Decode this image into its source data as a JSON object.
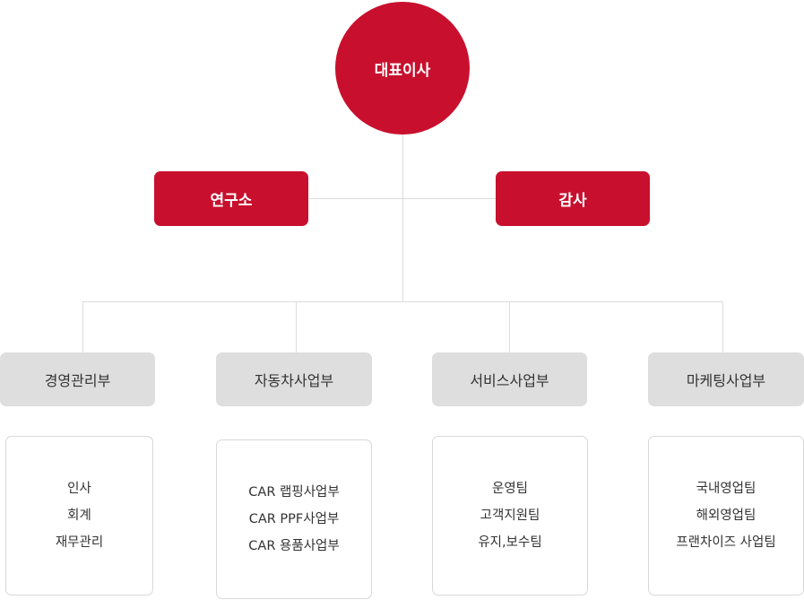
{
  "ceo": {
    "label": "대표이사"
  },
  "research": {
    "label": "연구소"
  },
  "audit": {
    "label": "감사"
  },
  "departments": [
    {
      "name": "경영관리부",
      "items": [
        "인사",
        "회계",
        "재무관리"
      ]
    },
    {
      "name": "자동차사업부",
      "items": [
        "CAR 랩핑사업부",
        "CAR PPF사업부",
        "CAR 용품사업부"
      ]
    },
    {
      "name": "서비스사업부",
      "items": [
        "운영팀",
        "고객지원팀",
        "유지,보수팀"
      ]
    },
    {
      "name": "마케팅사업부",
      "items": [
        "국내영업팀",
        "해외영업팀",
        "프랜차이즈 사업팀"
      ]
    }
  ],
  "colors": {
    "primary": "#c8102e",
    "dept_bg": "#dedede",
    "line": "#dcdcdc",
    "text": "#333333"
  }
}
